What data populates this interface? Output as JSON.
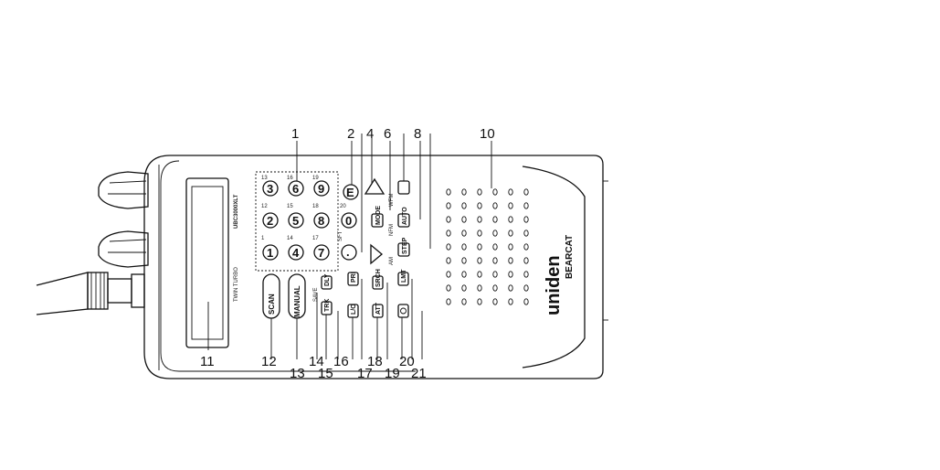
{
  "device": {
    "model_text": "UBC3000XLT",
    "series_text": "TWIN TURBO",
    "brand_text": "uniden",
    "sub_brand_text": "BEARCAT"
  },
  "keys": {
    "digits": [
      {
        "label": "1",
        "sub": "1"
      },
      {
        "label": "2",
        "sub": "12"
      },
      {
        "label": "3",
        "sub": "13"
      },
      {
        "label": "4",
        "sub": "14"
      },
      {
        "label": "5",
        "sub": "15"
      },
      {
        "label": "6",
        "sub": "16"
      },
      {
        "label": "7",
        "sub": "17"
      },
      {
        "label": "8",
        "sub": "18"
      },
      {
        "label": "9",
        "sub": "19"
      },
      {
        "label": "0",
        "sub": "20"
      }
    ],
    "decimal": ".",
    "enter": "E",
    "scan": "SCAN",
    "manual": "MANUAL",
    "save": "SAVE",
    "shift_text": "SFT",
    "am_text": "AM",
    "nfm_text": "NFM",
    "wfm_text": "WFM",
    "mode_keys": [
      "MODE",
      "AUTO",
      "STEP"
    ],
    "small_keys": [
      "DLY",
      "PRI",
      "SRCH",
      "LMT",
      "TRK",
      "L/O",
      "ATT"
    ]
  },
  "callouts": {
    "top": [
      "1",
      "2",
      "4",
      "6",
      "8",
      "10"
    ],
    "bottom": [
      "11",
      "12",
      "13",
      "14",
      "15",
      "16",
      "17",
      "18",
      "19",
      "20",
      "21"
    ]
  }
}
